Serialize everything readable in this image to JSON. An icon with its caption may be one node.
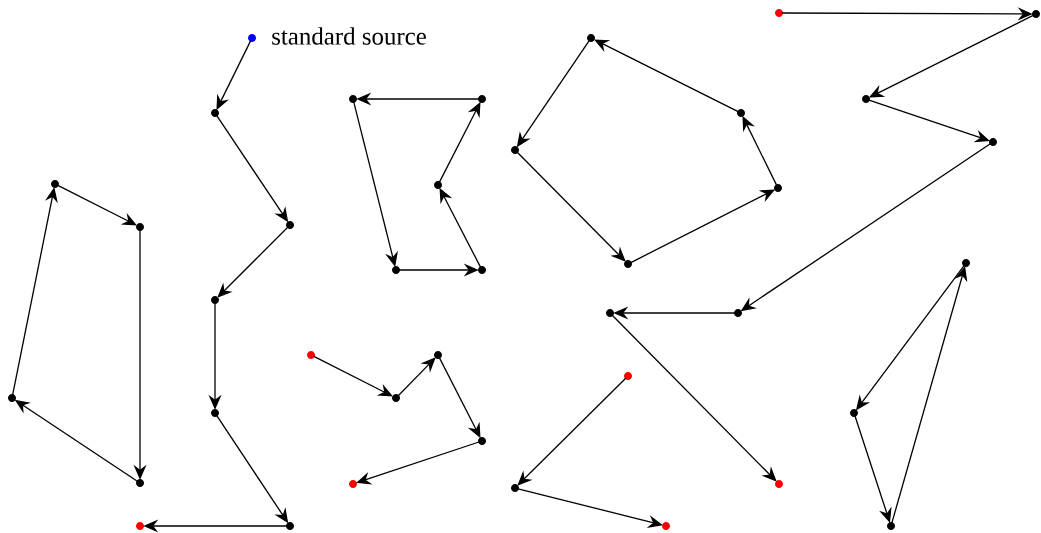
{
  "diagram": {
    "nodes": [
      {
        "text": [],
        "shape": "circle",
        "beside": [
          "standard source"
        ]
      },
      {
        "text": [],
        "shape": "circle"
      },
      {
        "text": [],
        "shape": "circle"
      },
      {
        "text": [],
        "shape": "circle"
      },
      {
        "text": [],
        "shape": "circle"
      },
      {
        "text": [],
        "shape": "circle"
      },
      {
        "text": [],
        "shape": "circle"
      },
      {
        "text": [],
        "shape": "circle"
      },
      {
        "text": [],
        "shape": "circle"
      },
      {
        "text": [],
        "shape": "circle"
      },
      {
        "text": [],
        "shape": "circle"
      },
      {
        "text": [],
        "shape": "circle"
      },
      {
        "text": [],
        "shape": "circle"
      },
      {
        "text": [],
        "shape": "circle"
      },
      {
        "text": [],
        "shape": "circle"
      },
      {
        "text": [],
        "shape": "circle"
      },
      {
        "text": [],
        "shape": "circle"
      },
      {
        "text": [],
        "shape": "circle"
      },
      {
        "text": [],
        "shape": "circle"
      },
      {
        "text": [],
        "shape": "circle"
      },
      {
        "text": [],
        "shape": "circle"
      },
      {
        "text": [],
        "shape": "circle"
      },
      {
        "text": [],
        "shape": "circle"
      },
      {
        "text": [],
        "shape": "circle"
      },
      {
        "text": [],
        "shape": "circle"
      },
      {
        "text": [],
        "shape": "circle"
      },
      {
        "text": [],
        "shape": "circle"
      },
      {
        "text": [],
        "shape": "circle"
      },
      {
        "text": [],
        "shape": "circle"
      },
      {
        "text": [],
        "shape": "circle"
      },
      {
        "text": [],
        "shape": "circle"
      },
      {
        "text": [],
        "shape": "circle"
      },
      {
        "text": [],
        "shape": "circle"
      },
      {
        "text": [],
        "shape": "circle"
      },
      {
        "text": [],
        "shape": "circle"
      },
      {
        "text": [],
        "shape": "circle"
      },
      {
        "text": [],
        "shape": "circle"
      },
      {
        "text": [],
        "shape": "circle"
      },
      {
        "text": [],
        "shape": "circle"
      }
    ],
    "edges": [
      {
        "from": 0,
        "to": 1,
        "arrow": "to"
      },
      {
        "from": 1,
        "to": 2,
        "arrow": "to"
      },
      {
        "from": 2,
        "to": 3,
        "arrow": "to"
      },
      {
        "from": 3,
        "to": 4,
        "arrow": "to"
      },
      {
        "from": 4,
        "to": 5,
        "arrow": "to"
      },
      {
        "from": 5,
        "to": 6,
        "arrow": "to"
      },
      {
        "from": 7,
        "to": 8,
        "arrow": "to"
      },
      {
        "from": 8,
        "to": 9,
        "arrow": "to"
      },
      {
        "from": 9,
        "to": 10,
        "arrow": "to"
      },
      {
        "from": 10,
        "to": 7,
        "arrow": "to"
      },
      {
        "from": 12,
        "to": 11,
        "arrow": "to"
      },
      {
        "from": 11,
        "to": 15,
        "arrow": "to"
      },
      {
        "from": 15,
        "to": 14,
        "arrow": "to"
      },
      {
        "from": 14,
        "to": 13,
        "arrow": "to"
      },
      {
        "from": 13,
        "to": 12,
        "arrow": "to"
      },
      {
        "from": 16,
        "to": 17,
        "arrow": "to"
      },
      {
        "from": 17,
        "to": 18,
        "arrow": "to"
      },
      {
        "from": 18,
        "to": 19,
        "arrow": "to"
      },
      {
        "from": 19,
        "to": 20,
        "arrow": "to"
      },
      {
        "from": 20,
        "to": 16,
        "arrow": "to"
      },
      {
        "from": 21,
        "to": 22,
        "arrow": "to"
      },
      {
        "from": 22,
        "to": 23,
        "arrow": "to"
      },
      {
        "from": 23,
        "to": 24,
        "arrow": "to"
      },
      {
        "from": 24,
        "to": 25,
        "arrow": "to"
      },
      {
        "from": 25,
        "to": 26,
        "arrow": "to"
      },
      {
        "from": 26,
        "to": 27,
        "arrow": "to"
      },
      {
        "from": 28,
        "to": 29,
        "arrow": "to"
      },
      {
        "from": 29,
        "to": 30,
        "arrow": "to"
      },
      {
        "from": 30,
        "to": 31,
        "arrow": "to"
      },
      {
        "from": 31,
        "to": 32,
        "arrow": "to"
      },
      {
        "from": 33,
        "to": 34,
        "arrow": "to"
      },
      {
        "from": 34,
        "to": 35,
        "arrow": "to"
      },
      {
        "from": 36,
        "to": 37,
        "arrow": "to"
      },
      {
        "from": 37,
        "to": 38,
        "arrow": "to"
      },
      {
        "from": 38,
        "to": 36,
        "arrow": "to"
      }
    ]
  }
}
